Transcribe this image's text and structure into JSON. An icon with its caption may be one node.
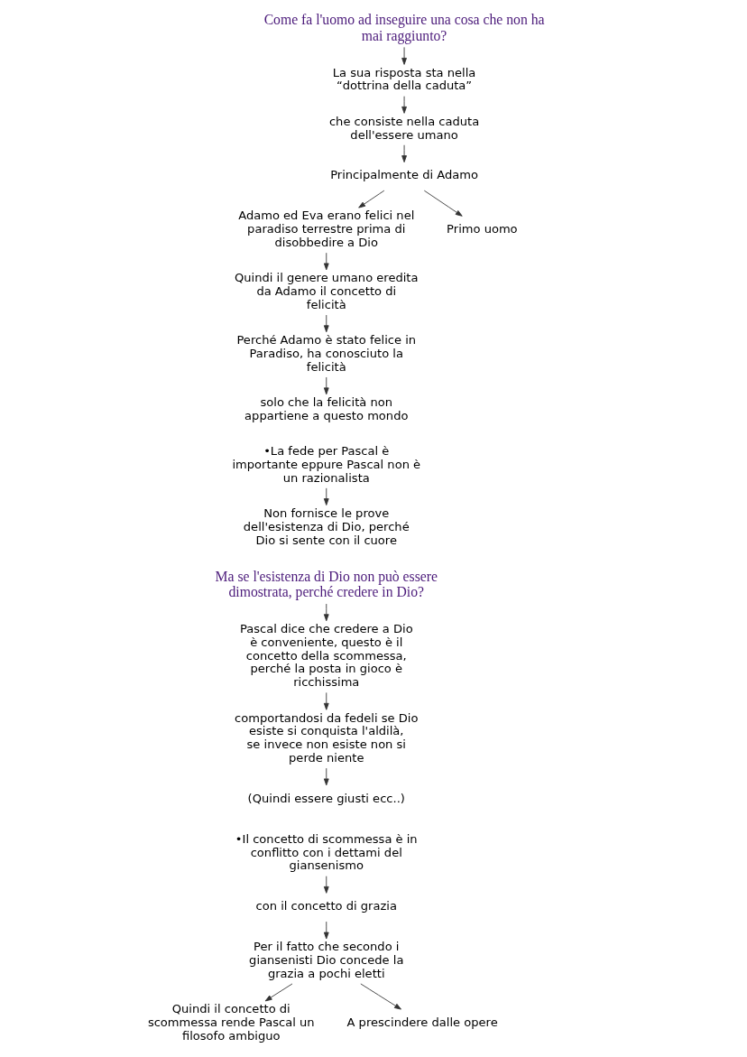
{
  "diagram": {
    "nodes": [
      {
        "text": [
          "Come fa l'uomo ad inseguire una cosa che non ha mai raggiunto?"
        ]
      },
      {
        "text": [
          "La sua risposta sta nella “dottrina della caduta”"
        ]
      },
      {
        "text": [
          "che consiste nella caduta dell'essere umano"
        ]
      },
      {
        "text": [
          "Principalmente di Adamo"
        ]
      },
      {
        "text": [
          "Adamo ed Eva erano felici nel paradiso terrestre prima di disobbedire a Dio"
        ]
      },
      {
        "text": [
          "Primo uomo"
        ]
      },
      {
        "text": [
          "Quindi il genere umano eredita da Adamo il concetto di felicità"
        ]
      },
      {
        "text": [
          "Perché Adamo è stato felice in Paradiso, ha conosciuto la felicità"
        ]
      },
      {
        "text": [
          "solo che la felicità non appartiene a questo mondo"
        ]
      },
      {
        "text": [
          "•La fede per Pascal è importante eppure Pascal non è un razionalista"
        ]
      },
      {
        "text": [
          "Non fornisce le prove dell'esistenza di Dio, perché Dio si sente con il cuore"
        ]
      },
      {
        "text": [
          "Ma se l'esistenza di Dio non può essere dimostrata, perché credere in Dio?"
        ]
      },
      {
        "text": [
          "Pascal dice che credere a Dio è conveniente, questo è il concetto della scommessa, perché la posta in gioco è ricchissima"
        ]
      },
      {
        "text": [
          "comportandosi da fedeli se Dio esiste si conquista l'aldilà, se invece non esiste non si perde niente"
        ]
      },
      {
        "text": [
          "(Quindi essere giusti ecc..)"
        ]
      },
      {
        "text": [
          "•Il concetto di scommessa è in conflitto con i dettami del giansenismo"
        ]
      },
      {
        "text": [
          "con il concetto di grazia"
        ]
      },
      {
        "text": [
          "Per il fatto che secondo i giansenisti Dio concede la grazia a pochi eletti"
        ]
      },
      {
        "text": [
          "Quindi il concetto di scommessa rende Pascal un filosofo ambiguo"
        ]
      },
      {
        "text": [
          "A prescindere dalle opere"
        ]
      }
    ],
    "edges": [
      {
        "from": 0,
        "to": 1,
        "arrow": "to"
      },
      {
        "from": 1,
        "to": 2,
        "arrow": "to"
      },
      {
        "from": 2,
        "to": 3,
        "arrow": "to"
      },
      {
        "from": 3,
        "to": 4,
        "arrow": "to"
      },
      {
        "from": 3,
        "to": 5,
        "arrow": "to"
      },
      {
        "from": 4,
        "to": 6,
        "arrow": "to"
      },
      {
        "from": 6,
        "to": 7,
        "arrow": "to"
      },
      {
        "from": 7,
        "to": 8,
        "arrow": "to"
      },
      {
        "from": 9,
        "to": 10,
        "arrow": "to"
      },
      {
        "from": 11,
        "to": 12,
        "arrow": "to"
      },
      {
        "from": 12,
        "to": 13,
        "arrow": "to"
      },
      {
        "from": 13,
        "to": 14,
        "arrow": "to"
      },
      {
        "from": 15,
        "to": 16,
        "arrow": "to"
      },
      {
        "from": 16,
        "to": 17,
        "arrow": "to"
      },
      {
        "from": 17,
        "to": 18,
        "arrow": "to"
      },
      {
        "from": 17,
        "to": 19,
        "arrow": "to"
      }
    ]
  }
}
